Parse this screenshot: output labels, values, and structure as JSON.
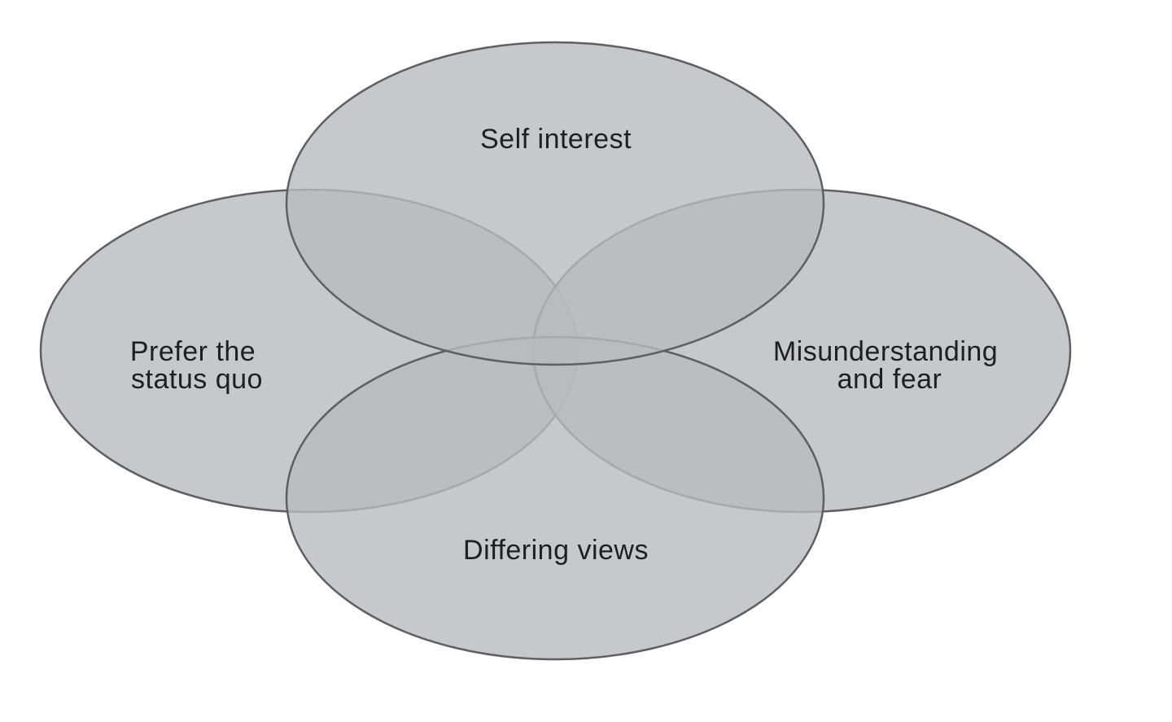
{
  "diagram": {
    "fill_color": "#b9babe",
    "stroke_color": "#5f5f63",
    "text_color": "#1f1f1f",
    "lobes": [
      {
        "name": "top",
        "lines": [
          "Self interest"
        ]
      },
      {
        "name": "left",
        "lines": [
          "Prefer the",
          "status quo"
        ]
      },
      {
        "name": "right",
        "lines": [
          "Misunderstanding",
          "and fear"
        ]
      },
      {
        "name": "bottom",
        "lines": [
          "Differing views"
        ]
      }
    ]
  }
}
